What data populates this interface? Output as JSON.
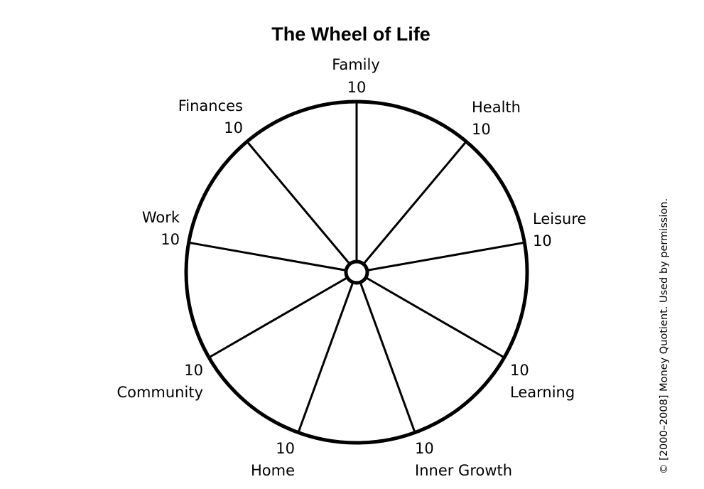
{
  "title": "The Wheel of Life",
  "copyright": "© [2000–2008] Money Quotient. Used by permission.",
  "colors": {
    "ink": "#000000",
    "background": "#ffffff"
  },
  "segments": [
    {
      "name": "Family",
      "score": "10"
    },
    {
      "name": "Health",
      "score": "10"
    },
    {
      "name": "Leisure",
      "score": "10"
    },
    {
      "name": "Learning",
      "score": "10"
    },
    {
      "name": "Inner Growth",
      "score": "10"
    },
    {
      "name": "Home",
      "score": "10"
    },
    {
      "name": "Community",
      "score": "10"
    },
    {
      "name": "Work",
      "score": "10"
    },
    {
      "name": "Finances",
      "score": "10"
    }
  ]
}
